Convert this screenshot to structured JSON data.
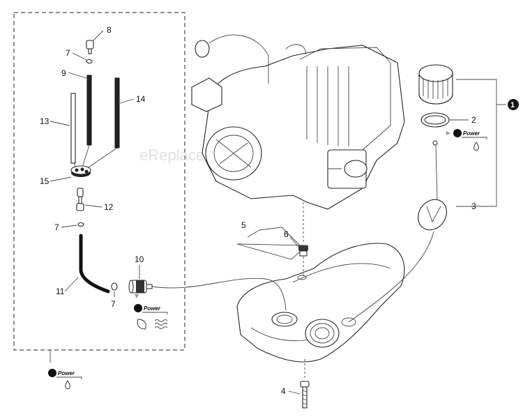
{
  "watermark": "eReplacementParts.com",
  "badge_brand": "Power",
  "callouts": {
    "c1": "1",
    "c2": "2",
    "c3": "3",
    "c4": "4",
    "c5": "5",
    "c6": "6",
    "c7a": "7",
    "c7b": "7",
    "c7c": "7",
    "c8": "8",
    "c9": "9",
    "c10": "10",
    "c11": "11",
    "c12": "12",
    "c13": "13",
    "c14": "14",
    "c15": "15"
  },
  "icons": [
    "engine-illustration",
    "fuel-tank-illustration",
    "fuel-cap-illustration",
    "gasket-ring-illustration",
    "strap-tag-illustration",
    "fuel-filter-illustration",
    "bolt-illustration",
    "grommet-illustration",
    "power-badge-icon",
    "oil-drop-icon",
    "leaf-icon",
    "waves-icon"
  ]
}
